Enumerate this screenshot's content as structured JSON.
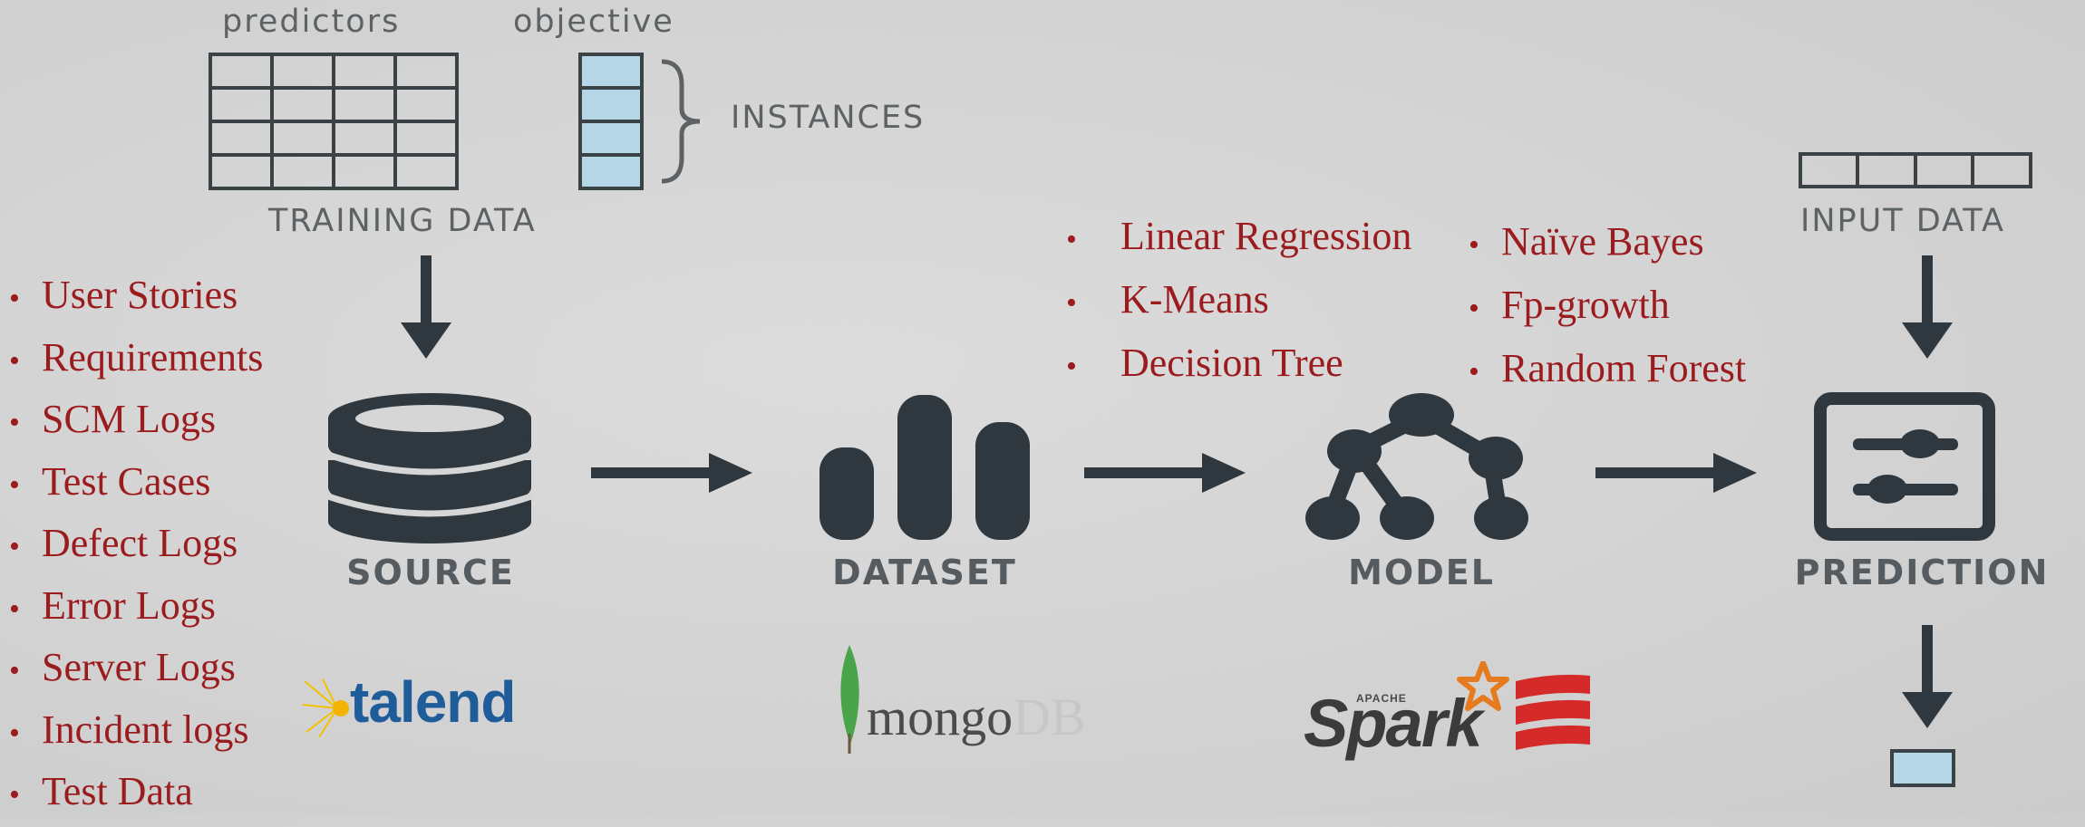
{
  "training": {
    "predictors_label": "predictors",
    "objective_label": "objective",
    "instances_label": "INSTANCES",
    "training_data_label": "TRAINING DATA"
  },
  "input_data_label": "INPUT DATA",
  "sources_list": [
    "User Stories",
    "Requirements",
    "SCM Logs",
    "Test Cases",
    "Defect Logs",
    "Error Logs",
    "Server Logs",
    "Incident logs",
    "Test Data"
  ],
  "algorithms_left": [
    "Linear Regression",
    "K-Means",
    "Decision Tree"
  ],
  "algorithms_right": [
    "Naïve Bayes",
    "Fp-growth",
    "Random Forest"
  ],
  "stages": {
    "source": "SOURCE",
    "dataset": "DATASET",
    "model": "MODEL",
    "prediction": "PREDICTION"
  },
  "logos": {
    "talend": "talend",
    "mongodb_mongo": "mongo",
    "mongodb_db": "DB",
    "spark_apache": "APACHE",
    "spark": "Spark"
  },
  "colors": {
    "dark_icon": "#2e383e",
    "list_text": "#9b1c1f",
    "caption": "#555b5f",
    "cell_blue": "#b4d6e6"
  }
}
